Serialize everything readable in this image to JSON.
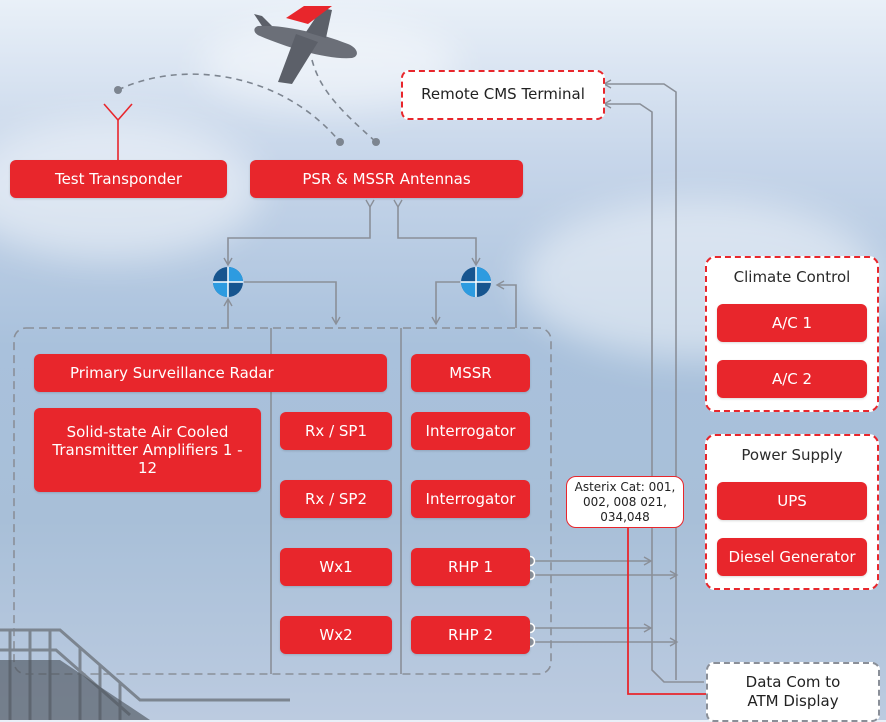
{
  "nodes": {
    "test_transponder": "Test Transponder",
    "antennas": "PSR & MSSR Antennas",
    "remote_cms": "Remote CMS Terminal",
    "psr": "Primary Surveillance Radar",
    "transmitter": "Solid-state Air Cooled Transmitter Amplifiers 1 - 12",
    "rx_sp1": "Rx / SP1",
    "rx_sp2": "Rx / SP2",
    "wx1": "Wx1",
    "wx2": "Wx2",
    "mssr": "MSSR",
    "interrogator_1": "Interrogator",
    "interrogator_2": "Interrogator",
    "rhp1": "RHP 1",
    "rhp2": "RHP 2",
    "data_com": "Data Com to ATM Display"
  },
  "asterix": "Asterix Cat: 001, 002, 008 021, 034,048",
  "climate": {
    "title": "Climate Control",
    "items": [
      "A/C 1",
      "A/C 2"
    ]
  },
  "power": {
    "title": "Power Supply",
    "items": [
      "UPS",
      "Diesel Generator"
    ]
  },
  "colors": {
    "red": "#e8262c",
    "line_gray": "#8a8f98",
    "coupler_dark": "#17558f",
    "coupler_light": "#2d9be0"
  }
}
